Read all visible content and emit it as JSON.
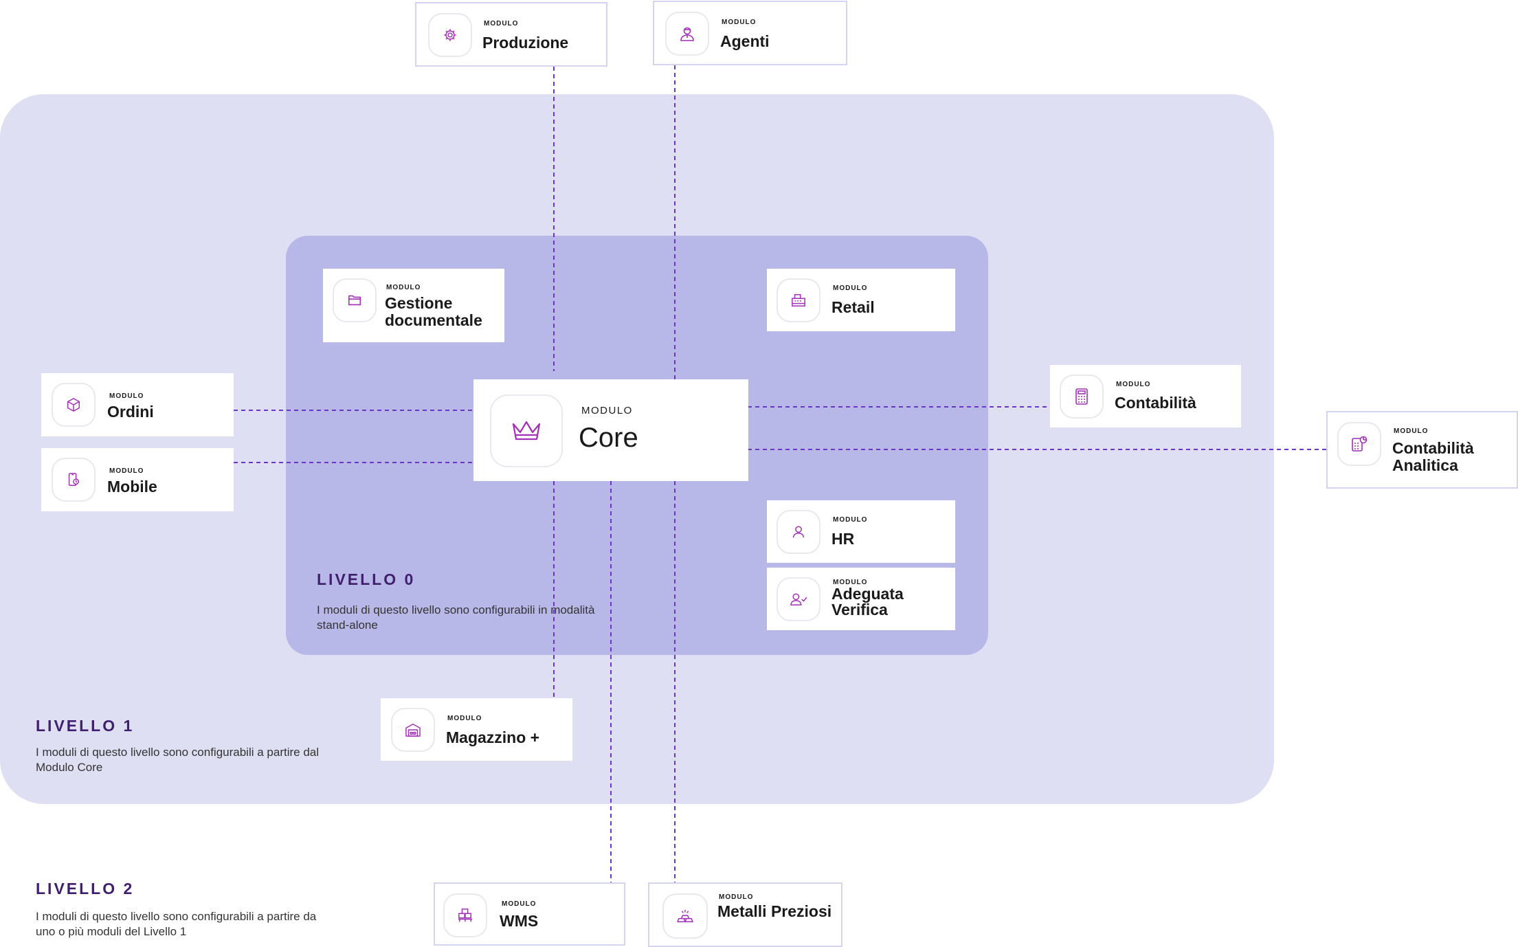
{
  "module_kicker": "MODULO",
  "levels": {
    "level0": {
      "title": "LIVELLO 0",
      "desc": "I moduli di questo livello sono configurabili in modalità stand-alone"
    },
    "level1": {
      "title": "LIVELLO 1",
      "desc": "I moduli di questo livello sono configurabili a partire dal Modulo Core"
    },
    "level2": {
      "title": "LIVELLO 2",
      "desc": "I moduli di questo livello sono configurabili a partire da uno o più moduli del Livello 1"
    }
  },
  "modules": {
    "core": "Core",
    "produzione": "Produzione",
    "agenti": "Agenti",
    "gestione_documentale": "Gestione documentale",
    "retail": "Retail",
    "ordini": "Ordini",
    "mobile": "Mobile",
    "contabilita": "Contabilità",
    "contabilita_analitica": "Contabilità Analitica",
    "hr": "HR",
    "adeguata_verifica": "Adeguata Verifica",
    "magazzino": "Magazzino +",
    "wms": "WMS",
    "metalli_preziosi": "Metalli Preziosi"
  },
  "icons": {
    "core": "crown-icon",
    "produzione": "gear-icon",
    "agenti": "agent-icon",
    "gestione_documentale": "folder-icon",
    "retail": "cash-register-icon",
    "ordini": "box-icon",
    "mobile": "mobile-icon",
    "contabilita": "calculator-icon",
    "contabilita_analitica": "calculator-chart-icon",
    "hr": "user-icon",
    "adeguata_verifica": "user-check-icon",
    "magazzino": "warehouse-icon",
    "wms": "pallet-boxes-icon",
    "metalli_preziosi": "gold-bars-icon"
  },
  "colors": {
    "level1_bg": "#dedff3",
    "level0_bg": "#b8b8e8",
    "connector": "#6b35c9",
    "icon": "#a12fb7",
    "level_title": "#3f1f6e"
  }
}
